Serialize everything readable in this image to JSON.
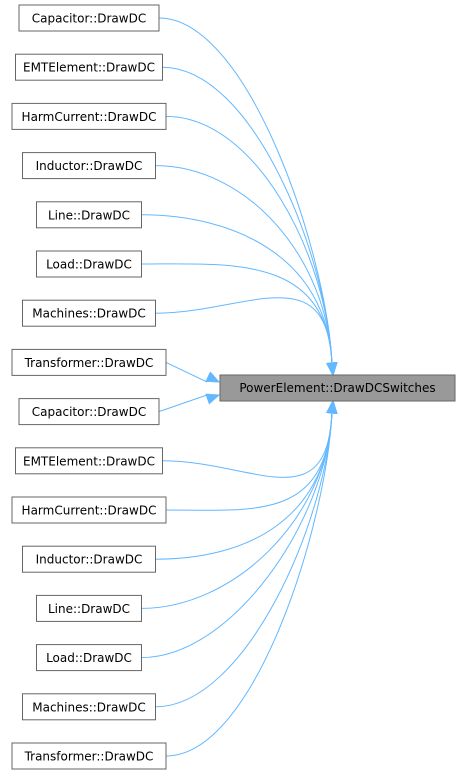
{
  "target": {
    "label": "PowerElement::DrawDCSwitches",
    "colors": {
      "fill": "#999999",
      "border": "#666666"
    }
  },
  "callers": [
    {
      "label": "Capacitor::DrawDC"
    },
    {
      "label": "EMTElement::DrawDC"
    },
    {
      "label": "HarmCurrent::DrawDC"
    },
    {
      "label": "Inductor::DrawDC"
    },
    {
      "label": "Line::DrawDC"
    },
    {
      "label": "Load::DrawDC"
    },
    {
      "label": "Machines::DrawDC"
    },
    {
      "label": "Transformer::DrawDC"
    },
    {
      "label": "Capacitor::DrawDC"
    },
    {
      "label": "EMTElement::DrawDC"
    },
    {
      "label": "HarmCurrent::DrawDC"
    },
    {
      "label": "Inductor::DrawDC"
    },
    {
      "label": "Line::DrawDC"
    },
    {
      "label": "Load::DrawDC"
    },
    {
      "label": "Machines::DrawDC"
    },
    {
      "label": "Transformer::DrawDC"
    }
  ],
  "colors": {
    "edge": "#63b8ff",
    "node_fill": "#ffffff",
    "node_border": "#666666"
  }
}
